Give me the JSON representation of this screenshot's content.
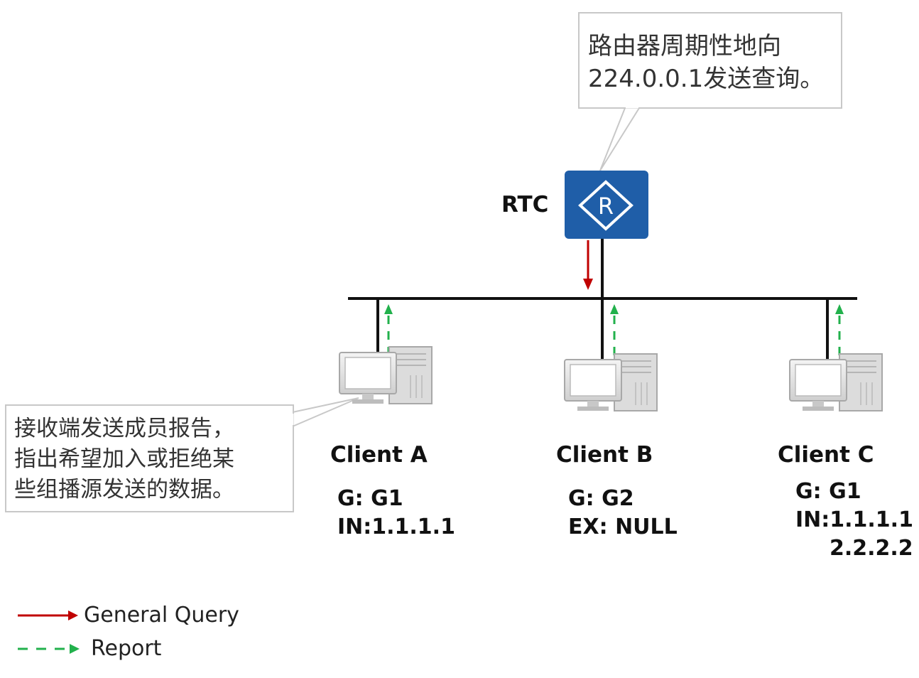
{
  "router": {
    "label": "RTC",
    "symbol": "R",
    "color": "#1f5ea8",
    "icon": "router-icon"
  },
  "router_note": {
    "line1": "路由器周期性地向",
    "line2": "224.0.0.1发送查询。"
  },
  "client_note": {
    "line1": "接收端发送成员报告，",
    "line2": "指出希望加入或拒绝某",
    "line3": "些组播源发送的数据。"
  },
  "clients": [
    {
      "name": "Client A",
      "group": "G: G1",
      "source_lines": [
        "IN:1.1.1.1"
      ]
    },
    {
      "name": "Client B",
      "group": "G: G2",
      "source_lines": [
        "EX: NULL"
      ]
    },
    {
      "name": "Client C",
      "group": "G: G1",
      "source_lines": [
        "IN:1.1.1.1",
        "2.2.2.2"
      ]
    }
  ],
  "legend": {
    "query_label": "General Query",
    "query_color": "#c00000",
    "report_label": "Report",
    "report_color": "#22b14c"
  }
}
